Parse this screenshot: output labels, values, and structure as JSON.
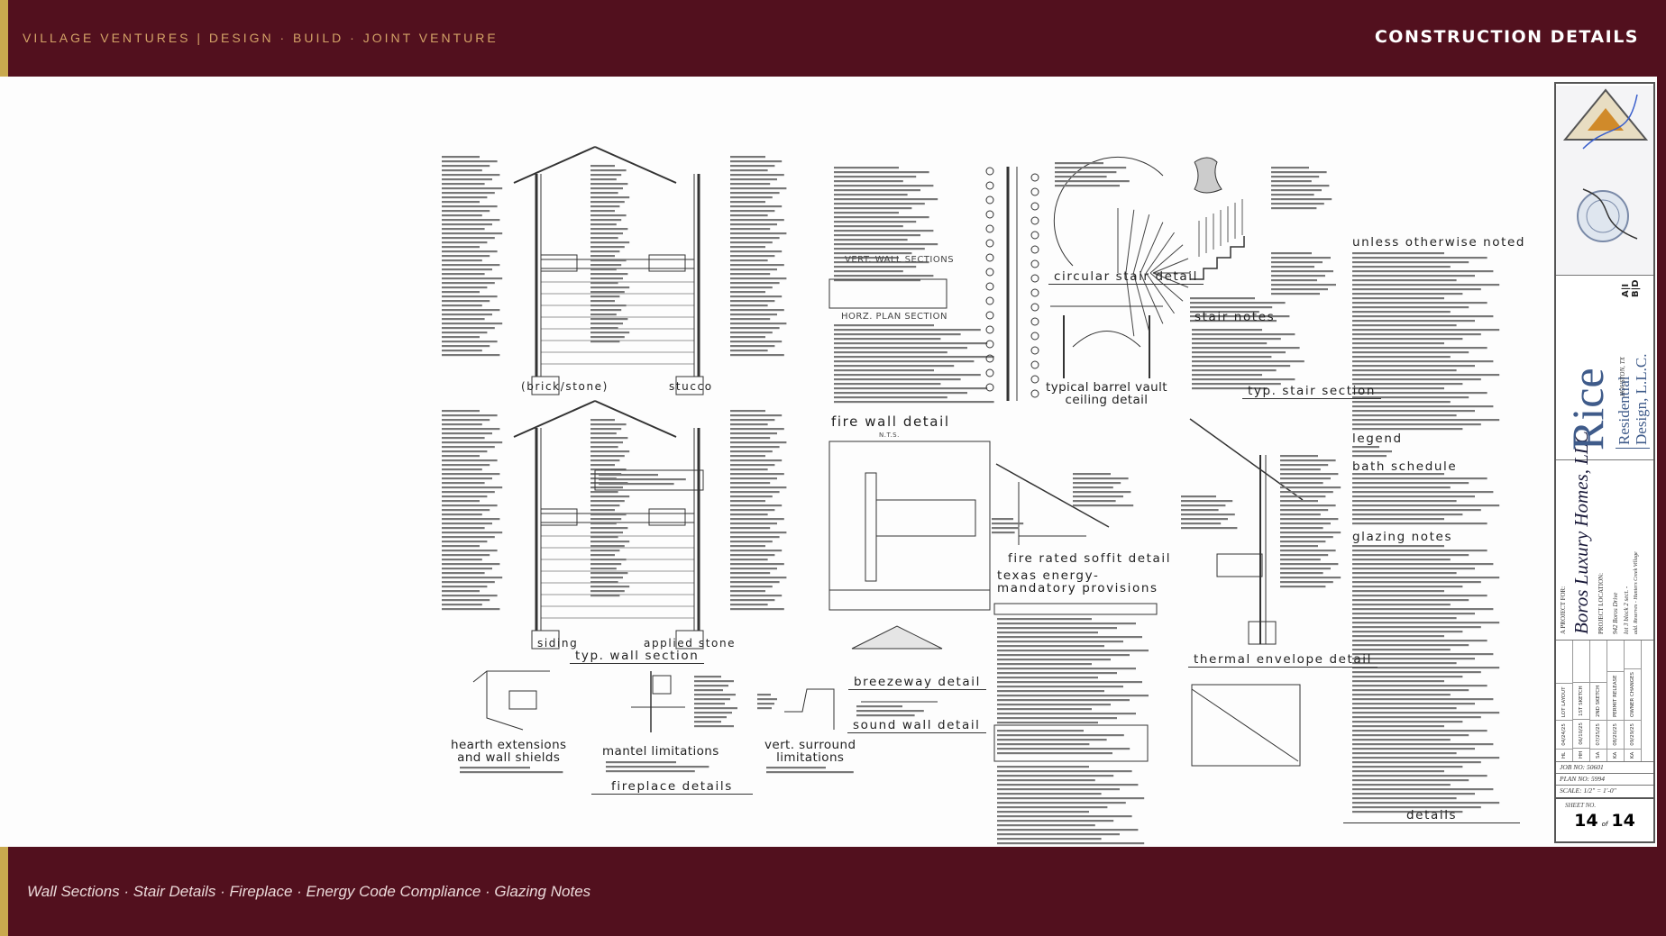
{
  "header": {
    "brand": "VILLAGE VENTURES  |  DESIGN  ·  BUILD  ·  JOINT VENTURE",
    "title": "CONSTRUCTION DETAILS"
  },
  "footer": {
    "topics": "Wall Sections  ·  Stair Details  ·  Fireplace  ·  Energy Code Compliance  ·  Glazing Notes"
  },
  "colors": {
    "maroon": "#52101e",
    "gold": "#c9a94e",
    "brand_text": "#d3a267"
  },
  "drawing": {
    "labels": {
      "brick_stone": "(brick/stone)",
      "stucco": "stucco",
      "siding": "siding",
      "applied_stone": "applied stone",
      "typ_wall_section": "typ. wall section",
      "vert_wall_sections": "VERT. WALL SECTIONS",
      "horz_plan_section": "HORZ. PLAN SECTION",
      "fire_wall_detail": "fire wall detail",
      "circular_stair_detail": "circular stair detail",
      "barrel_vault_1": "typical barrel vault",
      "barrel_vault_2": "ceiling detail",
      "stair_notes": "stair notes",
      "typ_stair_section": "typ. stair section",
      "unless_noted": "unless otherwise noted",
      "legend": "legend",
      "bath_schedule": "bath schedule",
      "glazing_notes": "glazing notes",
      "fire_rated_soffit": "fire rated soffit detail",
      "texas_energy_1": "texas energy-",
      "texas_energy_2": "mandatory provisions",
      "breezeway_detail": "breezeway detail",
      "sound_wall_detail": "sound wall detail",
      "thermal_envelope": "thermal envelope detail",
      "hearth_1": "hearth extensions",
      "hearth_2": "and wall shields",
      "mantel": "mantel limitations",
      "vert_surround_1": "vert. surround",
      "vert_surround_2": "limitations",
      "fireplace_details": "fireplace details",
      "details": "details",
      "nts": "N.T.S."
    }
  },
  "title_block": {
    "firm_big": "Rice",
    "firm_line1": "Residential",
    "firm_line2": "Design, L.L.C.",
    "firm_city": "HOUSTON, TX",
    "project_for_label": "A PROJECT FOR:",
    "client": "Boros Luxury Homes, LLC",
    "location_label": "PROJECT LOCATION:",
    "address": "942 Boros Drive",
    "lot": "lot 3  block 2  sect. -",
    "subdivision": "add. Reserves - Hunters Creek Village",
    "revisions": [
      {
        "by": "HL",
        "date": "04/24/25",
        "desc": "LOT LAYOUT"
      },
      {
        "by": "HH",
        "date": "06/10/25",
        "desc": "1ST SKETCH"
      },
      {
        "by": "SA",
        "date": "07/25/25",
        "desc": "2ND SKETCH"
      },
      {
        "by": "KA",
        "date": "08/20/25",
        "desc": "PERMIT RELEASE"
      },
      {
        "by": "KA",
        "date": "09/29/25",
        "desc": "OWNER CHANGES"
      }
    ],
    "job_no": "JOB NO:  50601",
    "plan_no": "PLAN NO:   5994",
    "scale": "SCALE:  1/2\" = 1'-0\"",
    "sheet_label": "SHEET NO.",
    "sheet_num": "14",
    "sheet_of": "of",
    "sheet_total": "14"
  }
}
